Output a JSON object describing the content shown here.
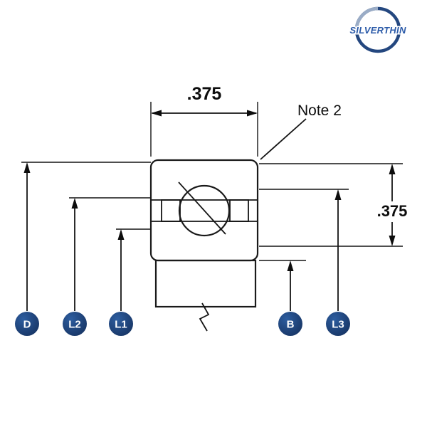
{
  "logo": {
    "text": "SILVERTHIN"
  },
  "dimensions": {
    "top_width": ".375",
    "right_height": ".375"
  },
  "annotations": {
    "note": "Note 2"
  },
  "badges": {
    "d": "D",
    "l2": "L2",
    "l1": "L1",
    "b": "B",
    "l3": "L3"
  },
  "colors": {
    "line": "#141414",
    "badge_fill": "#1c3e74",
    "logo_text_blue": "#2b5aa8",
    "logo_ring_navy": "#24477f",
    "bearing_metal_light": "#f2f4f6",
    "bearing_metal_dark": "#bfc5ca"
  }
}
